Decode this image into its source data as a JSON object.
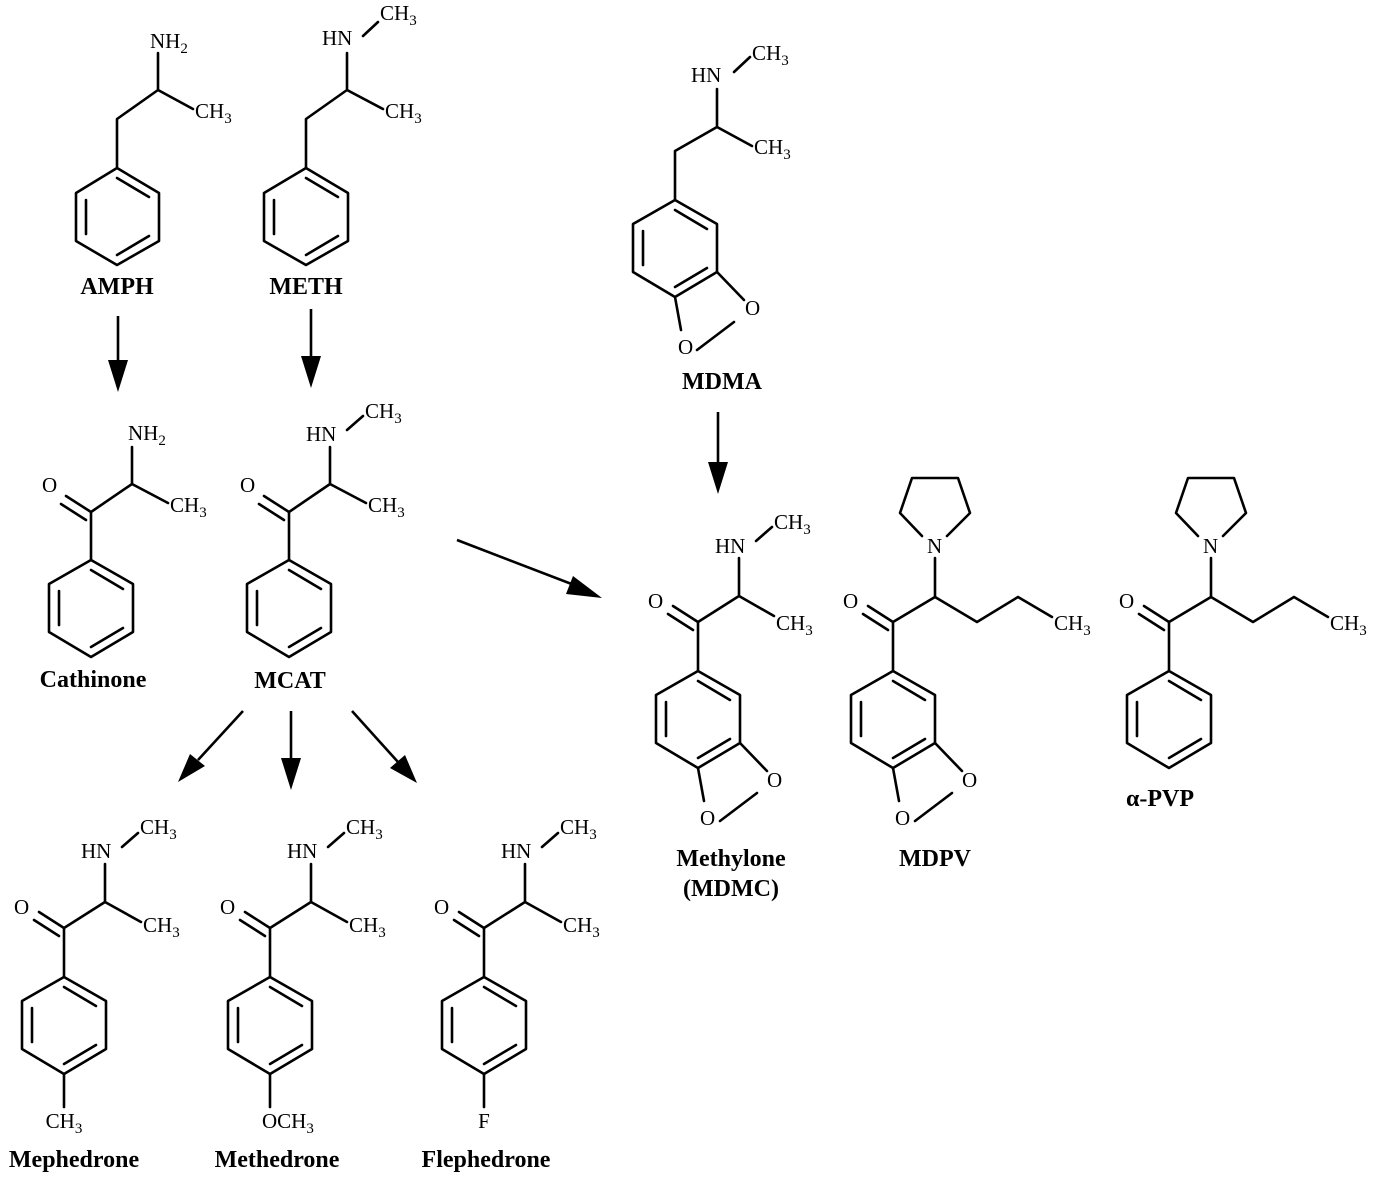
{
  "labels": {
    "amph": "AMPH",
    "meth": "METH",
    "mdma": "MDMA",
    "cathinone": "Cathinone",
    "mcat": "MCAT",
    "methylone_line1": "Methylone",
    "methylone_line2": "(MDMC)",
    "mdpv": "MDPV",
    "apvp": "α-PVP",
    "mephedrone": "Mephedrone",
    "methedrone": "Methedrone",
    "flephedrone": "Flephedrone"
  },
  "atoms": {
    "nh": "NH",
    "hn": "HN",
    "ch": "CH",
    "o": "O",
    "n": "N",
    "och": "OCH",
    "f": "F",
    "sub2": "2",
    "sub3": "3"
  },
  "arrows": [
    {
      "from": "AMPH",
      "to": "Cathinone"
    },
    {
      "from": "METH",
      "to": "MCAT"
    },
    {
      "from": "MDMA",
      "to": "Methylone (MDMC)"
    },
    {
      "from": "MCAT",
      "to": "Methylone (MDMC)"
    },
    {
      "from": "MCAT",
      "to": "Mephedrone"
    },
    {
      "from": "MCAT",
      "to": "Methedrone"
    },
    {
      "from": "MCAT",
      "to": "Flephedrone"
    }
  ]
}
